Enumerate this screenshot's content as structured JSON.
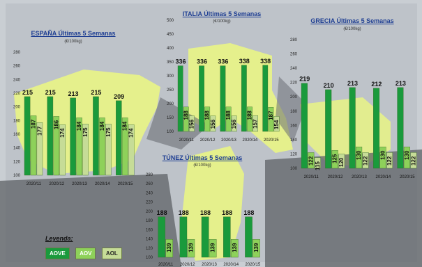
{
  "legend": {
    "title": "Leyenda:",
    "items": [
      "AOVE",
      "AOV",
      "AOL"
    ]
  },
  "colors": {
    "aove": "#1a9a3c",
    "aov": "#8ed15a",
    "aol": "#c6dc97",
    "land": "#e9f585",
    "sea": "#c9ced3",
    "title": "#1f3f93"
  },
  "chart_data": [
    {
      "type": "bar",
      "title": "ESPAÑA Últimas 5 Semanas",
      "subtitle": "(€/100kg)",
      "categories": [
        "2020/11",
        "2020/12",
        "2020/13",
        "2020/14",
        "2020/15"
      ],
      "series": [
        {
          "name": "AOVE",
          "values": [
            215,
            215,
            213,
            215,
            209
          ]
        },
        {
          "name": "AOV",
          "values": [
            187,
            186,
            184,
            184,
            184
          ]
        },
        {
          "name": "AOL",
          "values": [
            177,
            174,
            175,
            175,
            174
          ]
        }
      ],
      "ylim": [
        100,
        280
      ],
      "yticks": [
        100,
        120,
        140,
        160,
        180,
        200,
        220,
        240,
        260,
        280
      ]
    },
    {
      "type": "bar",
      "title": "ITALIA Últimas 5 Semanas",
      "subtitle": "(€/100kg)",
      "categories": [
        "2020/11",
        "2020/12",
        "2020/13",
        "2020/14",
        "2020/15"
      ],
      "series": [
        {
          "name": "AOVE",
          "values": [
            336,
            336,
            336,
            338,
            338
          ]
        },
        {
          "name": "AOV",
          "values": [
            188,
            188,
            188,
            188,
            187
          ]
        },
        {
          "name": "AOL",
          "values": [
            156,
            156,
            156,
            157,
            154
          ]
        }
      ],
      "ylim": [
        100,
        500
      ],
      "yticks": [
        100,
        150,
        200,
        250,
        300,
        350,
        400,
        450,
        500
      ]
    },
    {
      "type": "bar",
      "title": "GRECIA Últimas 5 Semanas",
      "subtitle": "(€/100kg)",
      "categories": [
        "2020/11",
        "2020/12",
        "2020/13",
        "2020/14",
        "2020/15"
      ],
      "series": [
        {
          "name": "AOVE",
          "values": [
            219,
            210,
            213,
            212,
            213
          ]
        },
        {
          "name": "AOV",
          "values": [
            122,
            125,
            130,
            130,
            130
          ]
        },
        {
          "name": "AOL",
          "values": [
            115,
            120,
            122,
            122,
            122
          ]
        }
      ],
      "ylim": [
        100,
        280
      ],
      "yticks": [
        100,
        120,
        140,
        160,
        180,
        200,
        220,
        240,
        260,
        280
      ]
    },
    {
      "type": "bar",
      "title": "TÚNEZ Últimas 5 Semanas",
      "subtitle": "(€/100kg)",
      "categories": [
        "2020/11",
        "2020/12",
        "2020/13",
        "2020/14",
        "2020/15"
      ],
      "series": [
        {
          "name": "AOVE",
          "values": [
            188,
            188,
            188,
            188,
            188
          ]
        },
        {
          "name": "AOV",
          "values": [
            139,
            139,
            139,
            139,
            139
          ]
        }
      ],
      "ylim": [
        100,
        280
      ],
      "yticks": [
        100,
        120,
        140,
        160,
        180,
        200,
        220,
        240,
        260,
        280
      ]
    }
  ]
}
